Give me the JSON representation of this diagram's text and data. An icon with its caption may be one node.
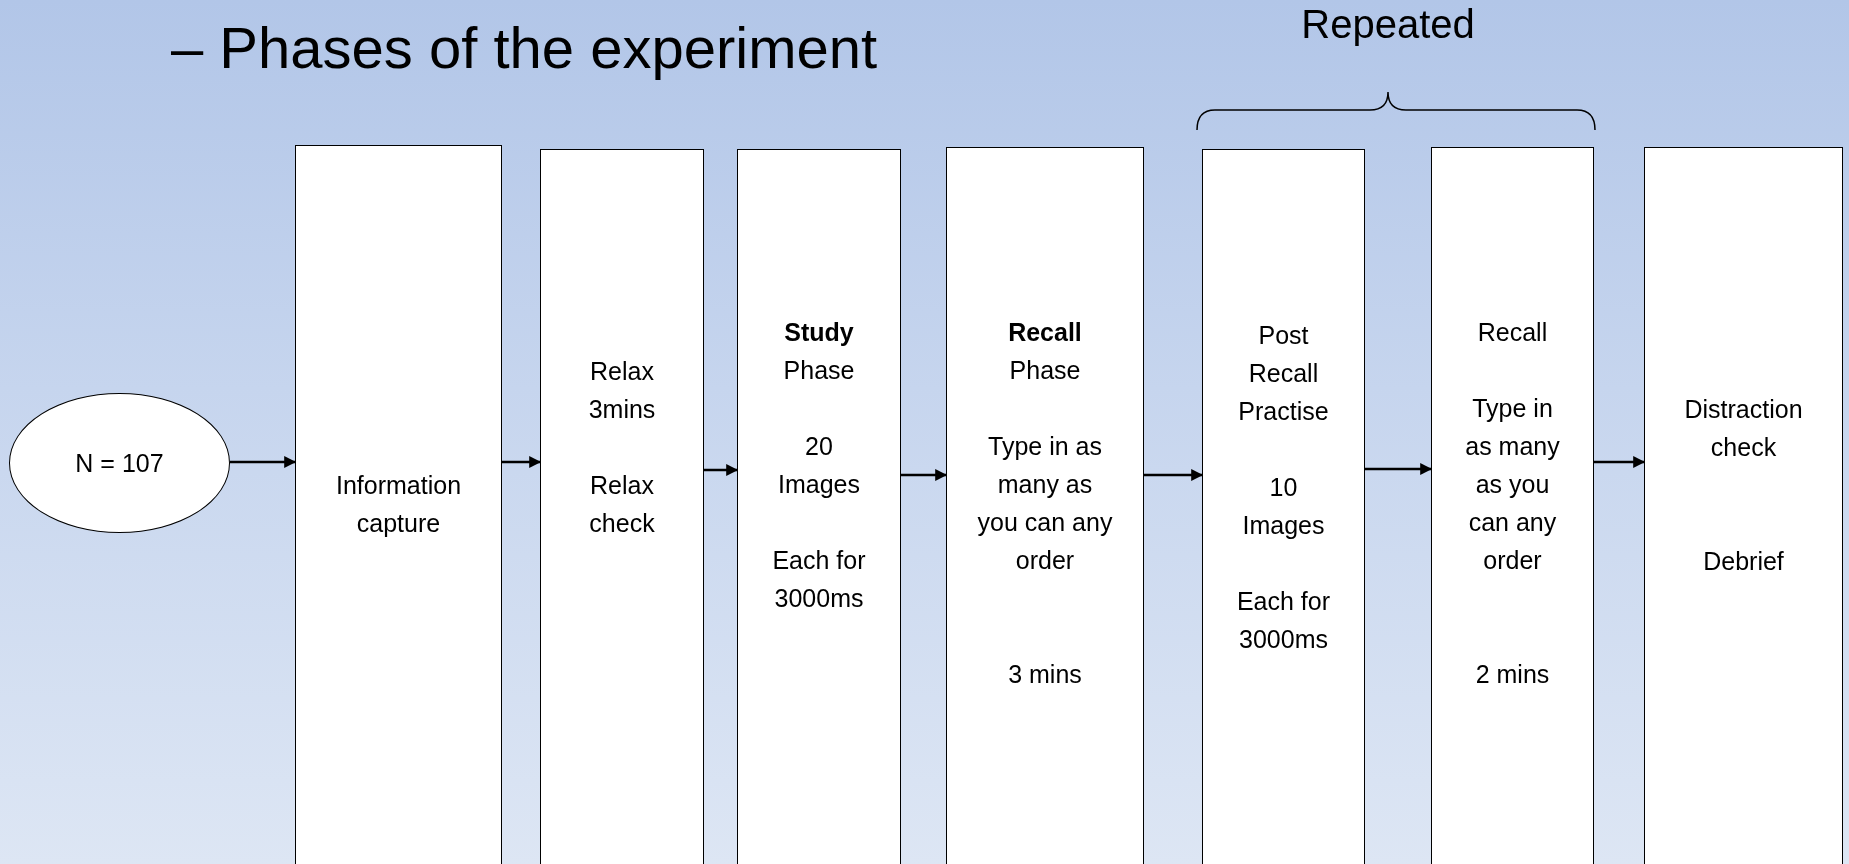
{
  "diagram": {
    "title": "– Phases of the experiment",
    "nodes": [
      {
        "text": [
          "N = 107"
        ]
      },
      {
        "text": [
          "Information capture"
        ]
      },
      {
        "text": [
          "Relax 3mins",
          "Relax check"
        ]
      },
      {
        "text": [
          "**Study** Phase",
          "20 Images",
          "Each for 3000ms"
        ]
      },
      {
        "text": [
          "**Recall** Phase",
          "Type in as many as you can any order",
          "3 mins"
        ]
      },
      {
        "text": [
          "Post Recall Practise",
          "10 Images",
          "Each for 3000ms"
        ]
      },
      {
        "text": [
          "Recall",
          "Type in as many as you can any order",
          "2 mins"
        ]
      },
      {
        "text": [
          "Distraction check",
          "Debrief"
        ]
      }
    ],
    "edges": [
      {
        "from": 0,
        "to": 1,
        "arrow": "to"
      },
      {
        "from": 1,
        "to": 2,
        "arrow": "to"
      },
      {
        "from": 2,
        "to": 3,
        "arrow": "to"
      },
      {
        "from": 3,
        "to": 4,
        "arrow": "to"
      },
      {
        "from": 4,
        "to": 5,
        "arrow": "to"
      },
      {
        "from": 5,
        "to": 6,
        "arrow": "to"
      },
      {
        "from": 6,
        "to": 7,
        "arrow": "to"
      }
    ],
    "labels": [
      "Repeated"
    ]
  }
}
